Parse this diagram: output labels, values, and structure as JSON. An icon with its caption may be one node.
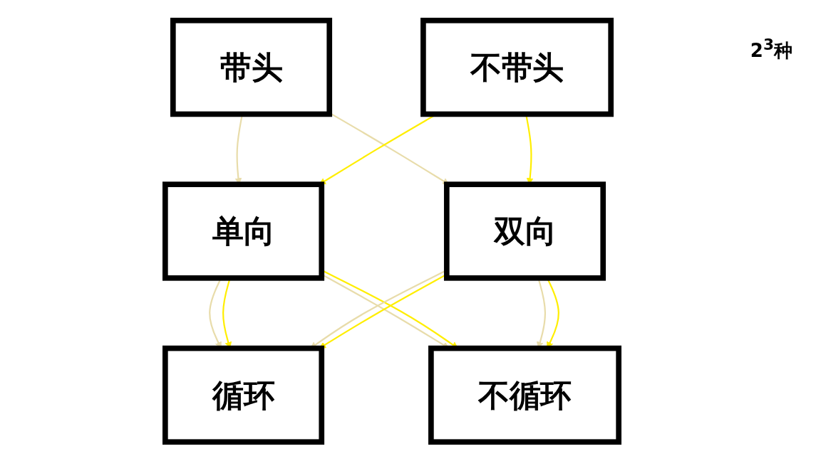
{
  "diagram": {
    "nodes": [
      {
        "text": [
          "带头"
        ]
      },
      {
        "text": [
          "不带头"
        ]
      },
      {
        "text": [
          "单向"
        ]
      },
      {
        "text": [
          "双向"
        ]
      },
      {
        "text": [
          "循环"
        ]
      },
      {
        "text": [
          "不循环"
        ]
      }
    ],
    "edges": [
      {
        "from": 0,
        "to": 2,
        "arrow": "to",
        "color": "#e8dcaa"
      },
      {
        "from": 0,
        "to": 3,
        "arrow": "to",
        "color": "#e8dcaa"
      },
      {
        "from": 1,
        "to": 2,
        "arrow": "to",
        "color": "#ffee00"
      },
      {
        "from": 1,
        "to": 3,
        "arrow": "to",
        "color": "#ffee00"
      },
      {
        "from": 2,
        "to": 4,
        "arrow": "to",
        "color": "#e8dcaa"
      },
      {
        "from": 2,
        "to": 4,
        "arrow": "to",
        "color": "#ffee00"
      },
      {
        "from": 2,
        "to": 5,
        "arrow": "to",
        "color": "#e8dcaa"
      },
      {
        "from": 2,
        "to": 5,
        "arrow": "to",
        "color": "#ffee00"
      },
      {
        "from": 3,
        "to": 4,
        "arrow": "to",
        "color": "#e8dcaa"
      },
      {
        "from": 3,
        "to": 4,
        "arrow": "to",
        "color": "#ffee00"
      },
      {
        "from": 3,
        "to": 5,
        "arrow": "to",
        "color": "#e8dcaa"
      },
      {
        "from": 3,
        "to": 5,
        "arrow": "to",
        "color": "#ffee00"
      }
    ],
    "labels": [
      "2$^{3}$种"
    ]
  }
}
